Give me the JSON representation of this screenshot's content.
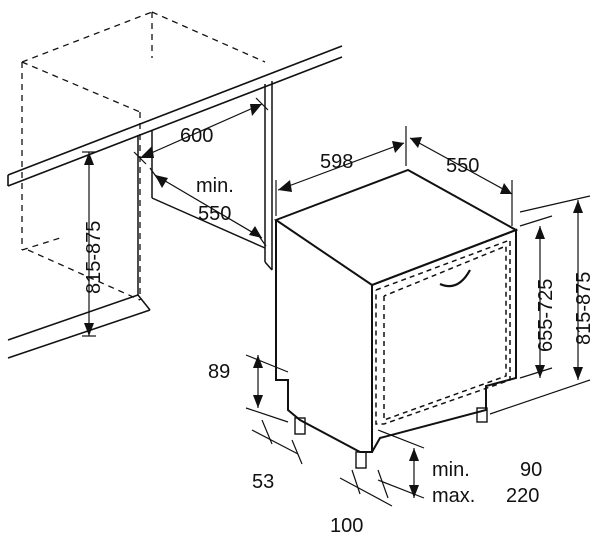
{
  "diagram": {
    "kind": "appliance installation dimensions",
    "labels": {
      "niche_width": "600",
      "niche_min_depth_min": "min.",
      "niche_min_depth_value": "550",
      "niche_height": "815-875",
      "appliance_width": "598",
      "appliance_depth": "550",
      "appliance_height": "815-875",
      "door_height": "655-725",
      "plinth_height": "89",
      "plinth_recess": "53",
      "foot_offset": "100",
      "plinth_min_label": "min.",
      "plinth_min_value": "90",
      "plinth_max_label": "max.",
      "plinth_max_value": "220"
    }
  }
}
